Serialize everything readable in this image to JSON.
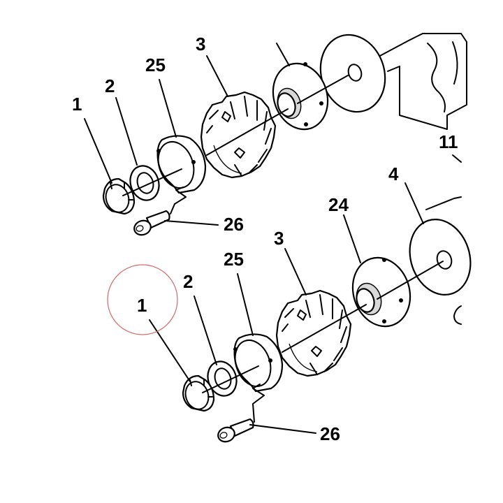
{
  "callouts": {
    "upper": {
      "nut": "1",
      "washer": "2",
      "plate": "25",
      "gear": "3",
      "engine": "11",
      "bolt": "26"
    },
    "lower": {
      "nut": "1",
      "washer": "2",
      "plate": "25",
      "gear": "3",
      "pulley": "24",
      "rotor": "4",
      "bolt": "26"
    }
  },
  "highlight": {
    "color": "#d46a6a",
    "target": "lower-nut"
  },
  "colors": {
    "line": "#000000",
    "background": "#ffffff"
  }
}
